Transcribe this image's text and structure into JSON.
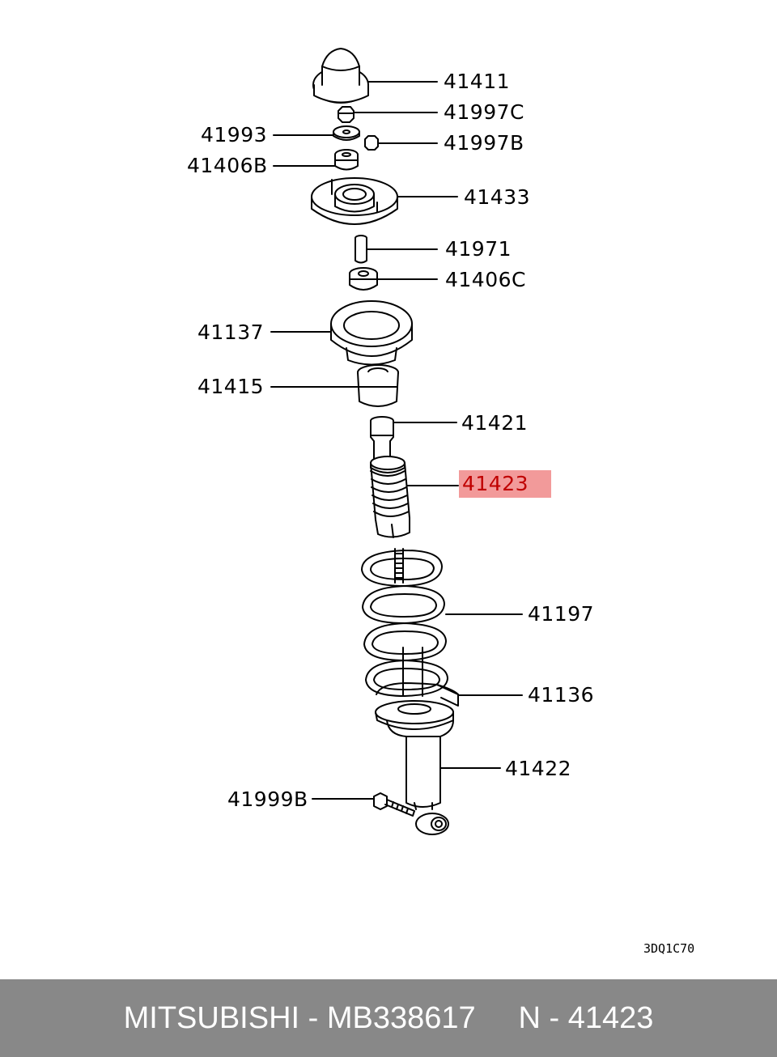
{
  "labels": {
    "p41411": "41411",
    "p41997C": "41997C",
    "p41993": "41993",
    "p41997B": "41997B",
    "p41406B": "41406B",
    "p41433": "41433",
    "p41971": "41971",
    "p41406C": "41406C",
    "p41137": "41137",
    "p41415": "41415",
    "p41421": "41421",
    "p41423": "41423",
    "p41197": "41197",
    "p41136": "41136",
    "p41422": "41422",
    "p41999B": "41999B"
  },
  "highlight_color": "#f29a9a",
  "highlight_text_color": "#c00000",
  "diagram_code": "3DQ1C70",
  "footer": {
    "brand": "MITSUBISHI",
    "sep1": " - ",
    "part_number": "MB338617",
    "gap": "     ",
    "ref_prefix": "N",
    "sep2": " - ",
    "ref_number": "41423",
    "background": "#888888"
  }
}
